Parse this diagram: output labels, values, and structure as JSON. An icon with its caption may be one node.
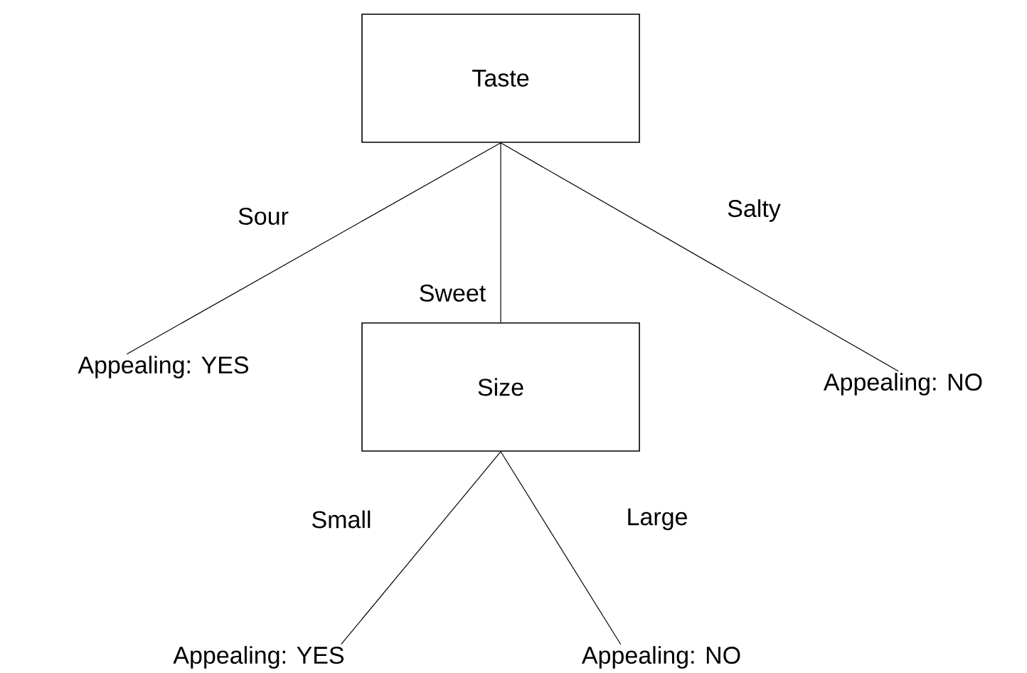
{
  "diagram": {
    "nodes": [
      {
        "text": [
          "Taste"
        ]
      },
      {
        "text": [
          "Appealing: YES"
        ]
      },
      {
        "text": [
          "Size"
        ]
      },
      {
        "text": [
          "Appealing: NO"
        ]
      },
      {
        "text": [
          "Appealing: YES"
        ]
      },
      {
        "text": [
          "Appealing: NO"
        ]
      }
    ],
    "edges": [
      {
        "from": 0,
        "to": 1,
        "arrow": "none",
        "label": "Sour"
      },
      {
        "from": 0,
        "to": 2,
        "arrow": "none",
        "label": "Sweet"
      },
      {
        "from": 0,
        "to": 3,
        "arrow": "none",
        "label": "Salty"
      },
      {
        "from": 2,
        "to": 4,
        "arrow": "none",
        "label": "Small"
      },
      {
        "from": 2,
        "to": 5,
        "arrow": "none",
        "label": "Large"
      }
    ]
  }
}
